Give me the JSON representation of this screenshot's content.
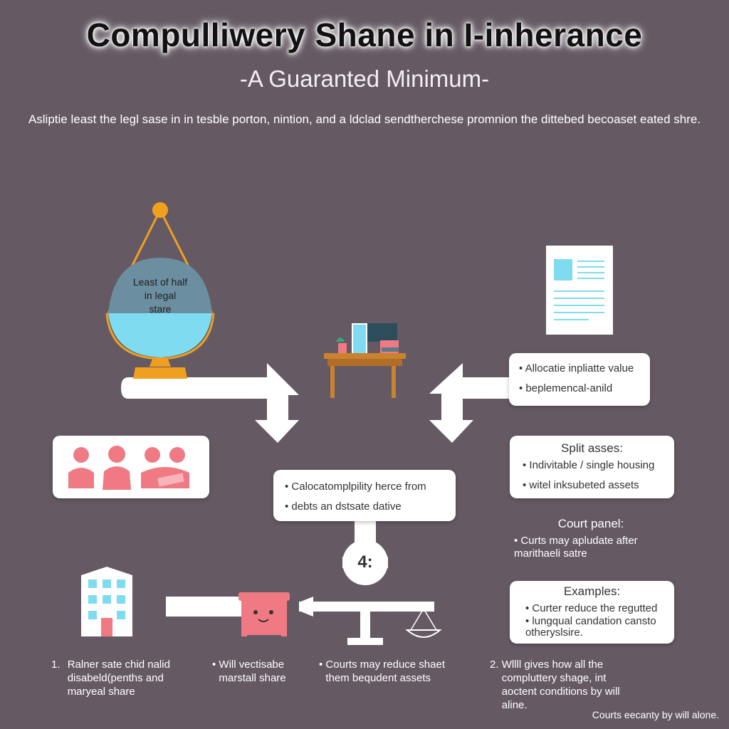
{
  "header": {
    "title": "Compulliwery Shane in I-inherance",
    "subtitle": "-A Guaranted Minimum-",
    "intro": "Asliptie least the legl sase in in tesble porton, nintion, and a ldclad sendtherchese promnion the dittebed becoaset eated shre."
  },
  "scale": {
    "label_line1": "Least of half",
    "label_line2": "in legal",
    "label_line3": "stare"
  },
  "allocate_card": {
    "items": [
      "Allocatie inpliatte value",
      "beplemencal-anild"
    ]
  },
  "split_card": {
    "heading": "Split asses:",
    "items": [
      "Indivitable / single housing",
      "witel inksubeted assets"
    ]
  },
  "center_card": {
    "items": [
      "Calocatomplpility herce from",
      "debts an dstsate dative"
    ]
  },
  "court_panel": {
    "heading": "Court panel:",
    "items": [
      "Curts may apludate after marithaeli satre"
    ]
  },
  "examples_card": {
    "heading": "Examples:",
    "items": [
      "Curter reduce the regutted",
      "lungqual candation cansto otheryslsire."
    ]
  },
  "hub_label": "4:",
  "footer": {
    "col1_num": "1.",
    "col1_text": "Ralner sate chid nalid disabeld(penths and maryeal share",
    "col2_text": "Will vectisabe marstall share",
    "col3_text": "Courts may reduce shaet them bequdent assets",
    "col4_num": "2.",
    "col4_text": "Wllll gives how all the compluttery shage, int aoctent conditions by will aline.",
    "note": "Courts eecanty by will alone."
  },
  "colors": {
    "background": "#655a64",
    "accent_orange": "#f0a020",
    "accent_cyan": "#7fdcf0",
    "accent_pink": "#f07a84",
    "desk_brown": "#c9822f"
  }
}
